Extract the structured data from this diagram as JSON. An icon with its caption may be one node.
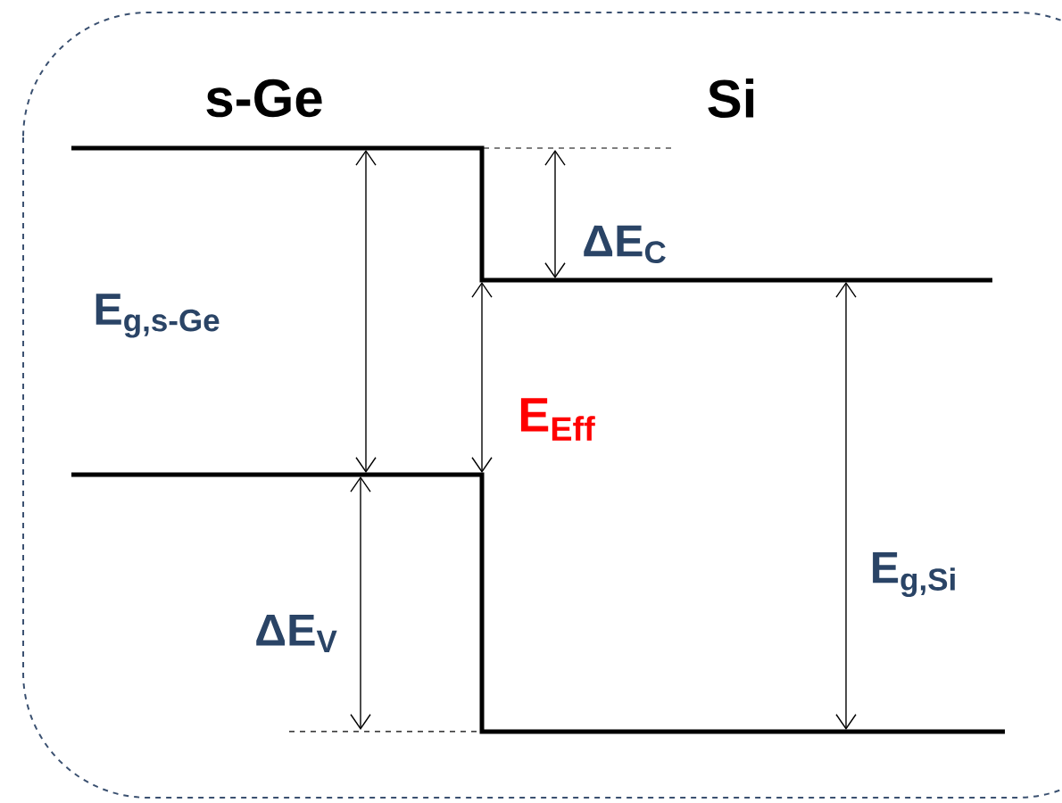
{
  "diagram": {
    "labels": [
      "s-Ge",
      "Si",
      "ΔE$_{C}$",
      "E$_{g,s-Ge}$",
      "E$_{Eff}$",
      "ΔE$_{V}$",
      "E$_{g,Si}$"
    ]
  }
}
